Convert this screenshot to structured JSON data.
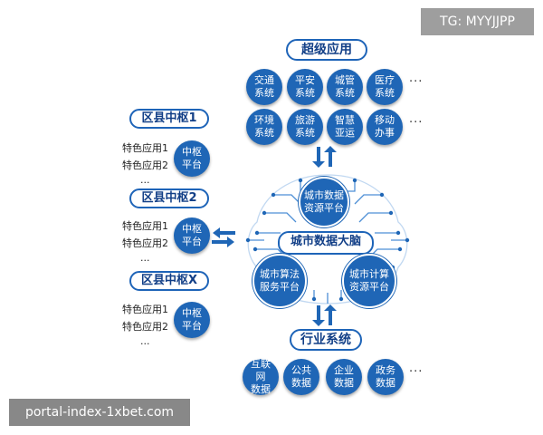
{
  "watermark_top": "TG: MYYJJPP",
  "watermark_bottom": "portal-index-1xbet.com",
  "super_apps": {
    "title": "超级应用",
    "row1": [
      "交通\n系统",
      "平安\n系统",
      "城管\n系统",
      "医疗\n系统"
    ],
    "row2": [
      "环境\n系统",
      "旅游\n系统",
      "智慧\n亚运",
      "移动\n办事"
    ],
    "ellipsis": "···"
  },
  "districts": [
    {
      "title": "区县中枢1",
      "apps": [
        "特色应用1",
        "特色应用2",
        "···"
      ],
      "hub": "中枢\n平台"
    },
    {
      "title": "区县中枢2",
      "apps": [
        "特色应用1",
        "特色应用2",
        "···"
      ],
      "hub": "中枢\n平台"
    },
    {
      "title": "区县中枢X",
      "apps": [
        "特色应用1",
        "特色应用2",
        "···"
      ],
      "hub": "中枢\n平台"
    }
  ],
  "brain": {
    "center": "城市数据大脑",
    "top": "城市数据\n资源平台",
    "left": "城市算法\n服务平台",
    "right": "城市计算\n资源平台"
  },
  "industry": {
    "title": "行业系统",
    "items": [
      "互联网\n数据",
      "公共\n数据",
      "企业\n数据",
      "政务\n数据"
    ],
    "ellipsis": "···"
  },
  "colors": {
    "primary": "#1f66b6",
    "title_text": "#123f87",
    "circuit": "#4d8fd6"
  }
}
